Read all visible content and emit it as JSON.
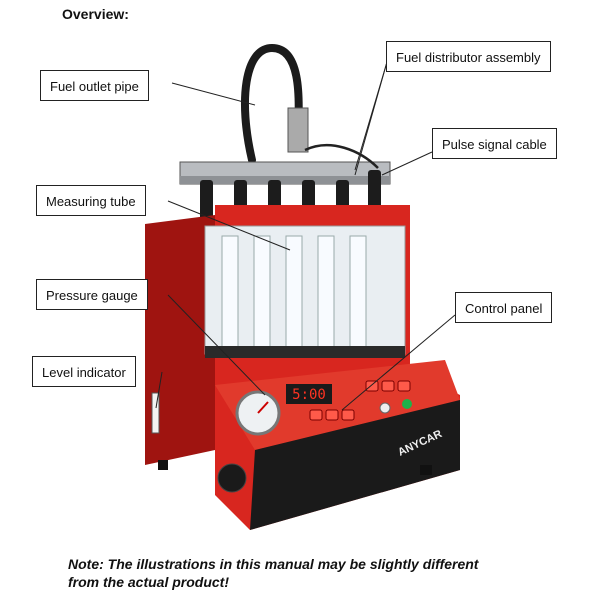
{
  "heading": "Overview:",
  "callouts": {
    "fuel_outlet_pipe": "Fuel outlet pipe",
    "fuel_distributor_assembly": "Fuel distributor assembly",
    "pulse_signal_cable": "Pulse signal cable",
    "measuring_tube": "Measuring tube",
    "pressure_gauge": "Pressure gauge",
    "control_panel": "Control panel",
    "level_indicator": "Level indicator"
  },
  "machine": {
    "display_reading": "5:00",
    "brand_logo": "ANYCAR"
  },
  "note": {
    "line1": "Note: The illustrations in this manual may be slightly different",
    "line2": "from the actual product!"
  },
  "colors": {
    "body_red": "#d8261f",
    "display_red": "#ff3322",
    "panel_dark": "#1a1a1a"
  }
}
